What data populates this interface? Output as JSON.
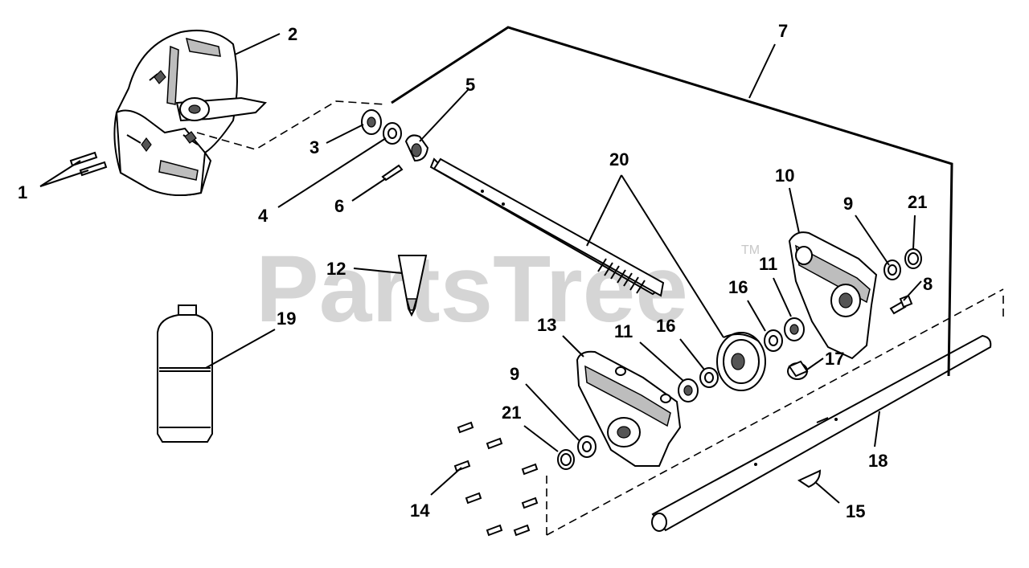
{
  "watermark": {
    "text": "PartsTree",
    "trademark": "TM"
  },
  "callouts": [
    {
      "id": "c1",
      "label": "1"
    },
    {
      "id": "c2",
      "label": "2"
    },
    {
      "id": "c3",
      "label": "3"
    },
    {
      "id": "c4",
      "label": "4"
    },
    {
      "id": "c5",
      "label": "5"
    },
    {
      "id": "c6",
      "label": "6"
    },
    {
      "id": "c7",
      "label": "7"
    },
    {
      "id": "c8",
      "label": "8"
    },
    {
      "id": "c9a",
      "label": "9"
    },
    {
      "id": "c9b",
      "label": "9"
    },
    {
      "id": "c10",
      "label": "10"
    },
    {
      "id": "c11a",
      "label": "11"
    },
    {
      "id": "c11b",
      "label": "11"
    },
    {
      "id": "c12",
      "label": "12"
    },
    {
      "id": "c13",
      "label": "13"
    },
    {
      "id": "c14",
      "label": "14"
    },
    {
      "id": "c15",
      "label": "15"
    },
    {
      "id": "c16a",
      "label": "16"
    },
    {
      "id": "c16b",
      "label": "16"
    },
    {
      "id": "c17",
      "label": "17"
    },
    {
      "id": "c18",
      "label": "18"
    },
    {
      "id": "c19",
      "label": "19"
    },
    {
      "id": "c20",
      "label": "20"
    },
    {
      "id": "c21a",
      "label": "21"
    },
    {
      "id": "c21b",
      "label": "21"
    }
  ]
}
